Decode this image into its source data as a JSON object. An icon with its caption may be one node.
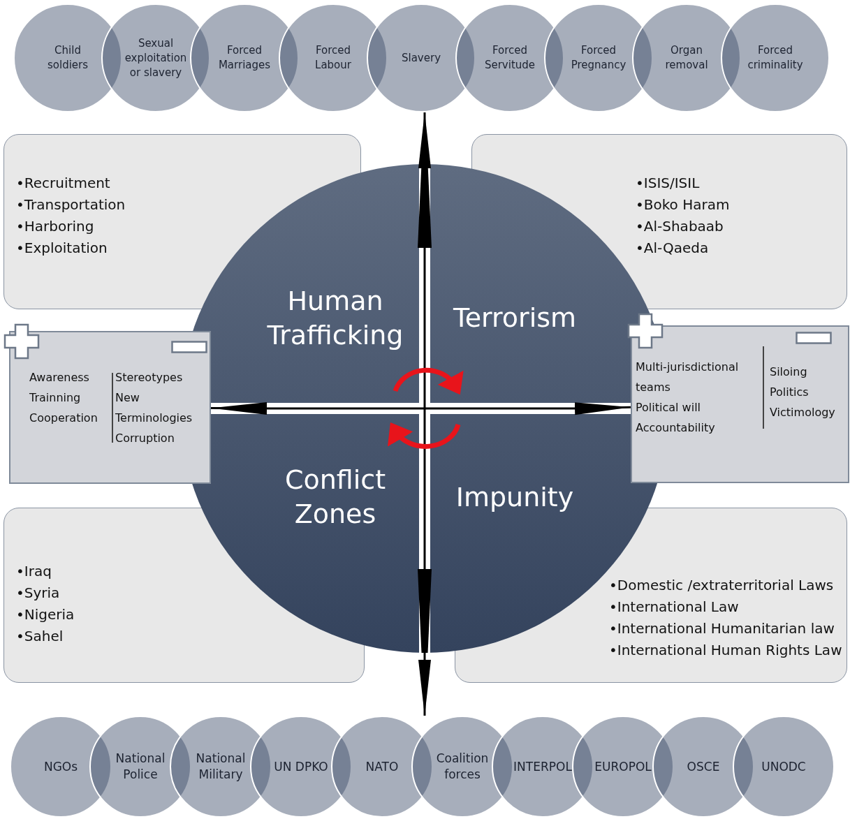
{
  "diagram": {
    "nodes": [
      {
        "text": [
          "Child soldiers"
        ]
      },
      {
        "text": [
          "Sexual exploitation or slavery"
        ]
      },
      {
        "text": [
          "Forced Marriages"
        ]
      },
      {
        "text": [
          "Forced Labour"
        ]
      },
      {
        "text": [
          "Slavery"
        ]
      },
      {
        "text": [
          "Forced Servitude"
        ]
      },
      {
        "text": [
          "Forced Pregnancy"
        ]
      },
      {
        "text": [
          "Organ removal"
        ]
      },
      {
        "text": [
          "Forced criminality"
        ]
      },
      {
        "text": [
          "•Recruitment",
          "•Transportation",
          "•Harboring",
          "•Exploitation"
        ]
      },
      {
        "text": [
          "•ISIS/ISIL",
          "•Boko Haram",
          "•Al-Shabaab",
          "•Al-Qaeda"
        ]
      },
      {
        "text": [
          "Awareness",
          "Trainning",
          "Cooperation",
          "Stereotypes",
          "New Terminologies",
          "Corruption"
        ]
      },
      {
        "text": [],
        "shape": "circle"
      },
      {
        "text": [
          "Human Trafficking"
        ],
        "in": 12
      },
      {
        "text": [
          "Terrorism"
        ],
        "in": 12
      },
      {
        "text": [
          "Conflict Zones"
        ],
        "in": 12
      },
      {
        "text": [
          "Impunity"
        ],
        "in": 12
      },
      {
        "text": [
          "Multi-jurisdictional teams",
          "Political will",
          "Accountability",
          "Siloing",
          "Politics",
          "Victimology"
        ]
      },
      {
        "text": [
          "•Iraq",
          "•Syria",
          "•Nigeria",
          "•Sahel"
        ]
      },
      {
        "text": [
          "•Domestic /extraterritorial Laws",
          "•International Law",
          "•International Humanitarian law",
          "•International Human Rights Law"
        ]
      },
      {
        "text": [
          "NGOs"
        ]
      },
      {
        "text": [
          "National Police"
        ]
      },
      {
        "text": [
          "National Military"
        ]
      },
      {
        "text": [
          "UN DPKO"
        ]
      },
      {
        "text": [
          "NATO"
        ]
      },
      {
        "text": [
          "Coalition forces"
        ]
      },
      {
        "text": [
          "INTERPOL"
        ]
      },
      {
        "text": [
          "EUROPOL"
        ]
      },
      {
        "text": [
          "OSCE"
        ]
      },
      {
        "text": [
          "UNODC"
        ]
      }
    ],
    "edges": [
      {
        "from": 12,
        "to": 4,
        "arrow": "to"
      },
      {
        "from": 12,
        "to": 24,
        "arrow": "to"
      },
      {
        "from": null,
        "to": 11,
        "arrow": "to"
      },
      {
        "from": null,
        "to": 17,
        "arrow": "to"
      }
    ]
  }
}
